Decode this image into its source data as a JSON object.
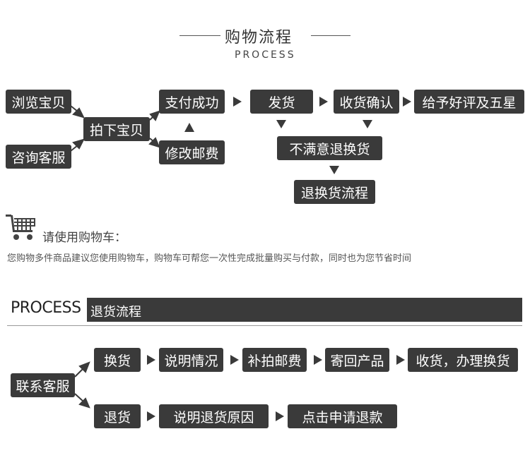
{
  "header": {
    "title": "购物流程",
    "subtitle": "PROCESS"
  },
  "purchase_flow": {
    "browse": "浏览宝贝",
    "consult": "咨询客服",
    "order": "拍下宝贝",
    "pay": "支付成功",
    "modify_shipping": "修改邮费",
    "ship": "发货",
    "receive": "收货确认",
    "review": "给予好评及五星",
    "unsatisfied": "不满意退换货",
    "return_flow": "退换货流程"
  },
  "cart": {
    "icon": "shopping-cart-icon",
    "title": "请使用购物车：",
    "description": "您购物多件商品建议您使用购物车，购物车可帮您一次性完成批量购买与付款，同时也为您节省时间"
  },
  "return_section": {
    "banner_en": "PROCESS",
    "banner_cn": "退货流程",
    "contact": "联系客服",
    "exchange": {
      "label": "换货",
      "steps": [
        "说明情况",
        "补拍邮费",
        "寄回产品",
        "收货，办理换货"
      ]
    },
    "refund": {
      "label": "退货",
      "steps": [
        "说明退货原因",
        "点击申请退款"
      ]
    }
  },
  "colors": {
    "box": "#3a3a3a",
    "text": "#ffffff",
    "line": "#555555"
  }
}
